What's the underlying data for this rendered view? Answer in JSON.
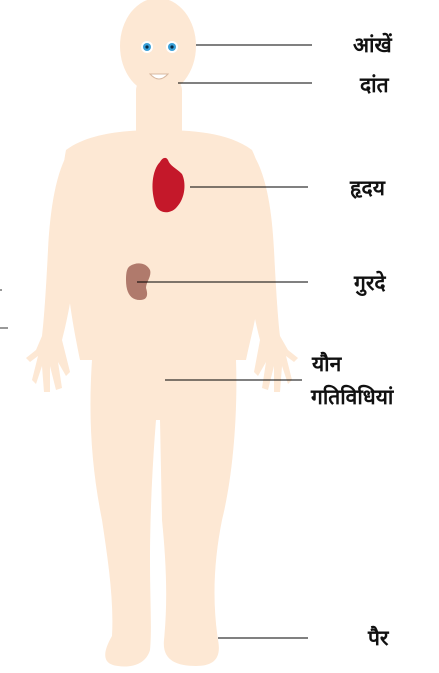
{
  "colors": {
    "skin": "#fde8d4",
    "heart": "#c4182a",
    "kidney": "#b07a6c",
    "eye": "#3aa0d8",
    "leader_line": "#000000"
  },
  "labels": {
    "eyes": "आंखें",
    "teeth": "दांत",
    "heart": "हृदय",
    "kidneys": "गुरदे",
    "sexual_activity_line1": "यौन",
    "sexual_activity_line2": "गतिविधियां",
    "feet": "पैर"
  }
}
